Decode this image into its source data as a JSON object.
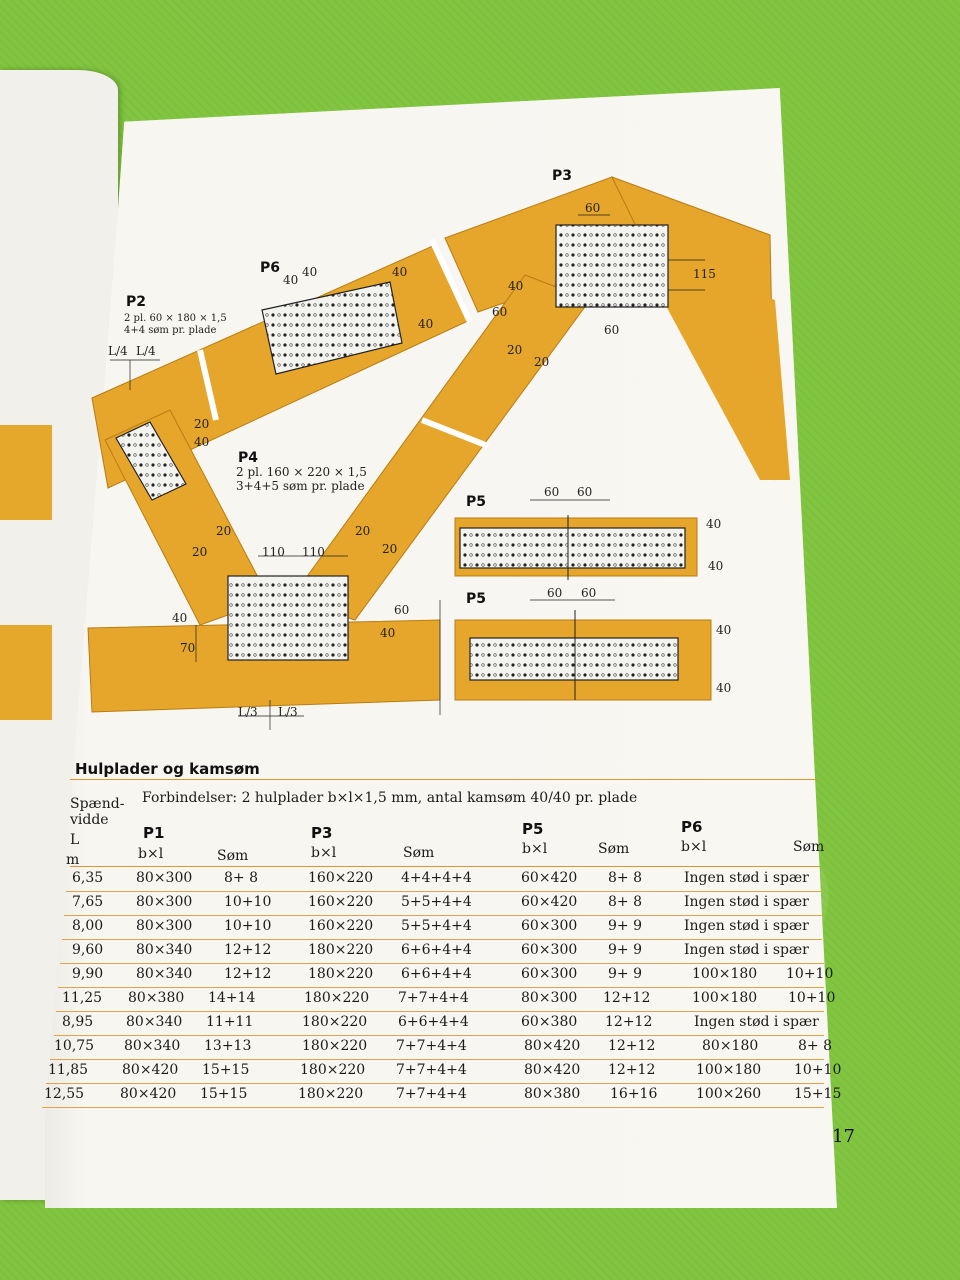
{
  "diagram": {
    "labels": {
      "p2": "P2",
      "p2_spec1": "2 pl. 60 × 180 × 1,5",
      "p2_spec2": "4+4 søm pr. plade",
      "p3": "P3",
      "p4": "P4",
      "p4_spec1": "2 pl. 160 × 220 × 1,5",
      "p4_spec2": "3+4+5 søm pr. plade",
      "p5a": "P5",
      "p5b": "P5",
      "p6": "P6",
      "l4": "L/4",
      "l4b": "L/4",
      "l3": "L/3",
      "l3b": "L/3"
    },
    "dims": {
      "d60_top": "60",
      "d115": "115",
      "d40_p3": "40",
      "d60_p3l": "60",
      "d60_p3r": "60",
      "d20_p3a": "20",
      "d20_p3b": "20",
      "d40_p6a": "40",
      "d40_p6b": "40",
      "d40_p6c": "40",
      "d40_p6d": "40",
      "d20_p2": "20",
      "d40_p2": "40",
      "d20_p4a": "20",
      "d20_p4b": "20",
      "d20_p4c": "20",
      "d20_p4d": "20",
      "d110a": "110",
      "d110b": "110",
      "d40_p4l": "40",
      "d70": "70",
      "d60_p4r": "60",
      "d40_p4r": "40",
      "p5a_60a": "60",
      "p5a_60b": "60",
      "p5a_40a": "40",
      "p5a_40b": "40",
      "p5b_60a": "60",
      "p5b_60b": "60",
      "p5b_40a": "40",
      "p5b_40b": "40"
    }
  },
  "section": {
    "title": "Hulplader og kamsøm",
    "span_header": [
      "Spænd-",
      "vidde",
      "L",
      "m"
    ],
    "connections_caption": "Forbindelser: 2 hulplader b×l×1,5 mm, antal kamsøm 40/40 pr. plade",
    "groups": [
      {
        "name": "P1",
        "c1": "b×l",
        "c2": "Søm"
      },
      {
        "name": "P3",
        "c1": "b×l",
        "c2": "Søm"
      },
      {
        "name": "P5",
        "c1": "b×l",
        "c2": "Søm"
      },
      {
        "name": "P6",
        "c1": "b×l",
        "c2": "Søm"
      }
    ]
  },
  "table": {
    "rows": [
      [
        "6,35",
        "80×300",
        "8+ 8",
        "160×220",
        "4+4+4+4",
        "60×420",
        "8+ 8",
        "Ingen stød i spær",
        ""
      ],
      [
        "7,65",
        "80×300",
        "10+10",
        "160×220",
        "5+5+4+4",
        "60×420",
        "8+ 8",
        "Ingen stød i spær",
        ""
      ],
      [
        "8,00",
        "80×300",
        "10+10",
        "160×220",
        "5+5+4+4",
        "60×300",
        "9+ 9",
        "Ingen stød i spær",
        ""
      ],
      [
        "9,60",
        "80×340",
        "12+12",
        "180×220",
        "6+6+4+4",
        "60×300",
        "9+ 9",
        "Ingen stød i spær",
        ""
      ],
      [
        "9,90",
        "80×340",
        "12+12",
        "180×220",
        "6+6+4+4",
        "60×300",
        "9+ 9",
        "100×180",
        "10+10"
      ],
      [
        "11,25",
        "80×380",
        "14+14",
        "180×220",
        "7+7+4+4",
        "80×300",
        "12+12",
        "100×180",
        "10+10"
      ],
      [
        "8,95",
        "80×340",
        "11+11",
        "180×220",
        "6+6+4+4",
        "60×380",
        "12+12",
        "Ingen stød i spær",
        ""
      ],
      [
        "10,75",
        "80×340",
        "13+13",
        "180×220",
        "7+7+4+4",
        "80×420",
        "12+12",
        "80×180",
        "8+ 8"
      ],
      [
        "11,85",
        "80×420",
        "15+15",
        "180×220",
        "7+7+4+4",
        "80×420",
        "12+12",
        "100×180",
        "10+10"
      ],
      [
        "12,55",
        "80×420",
        "15+15",
        "180×220",
        "7+7+4+4",
        "80×380",
        "16+16",
        "100×260",
        "15+15"
      ]
    ]
  },
  "page_number": "17",
  "colors": {
    "timber": "#e6a52b",
    "timber_edge": "#b87d12",
    "plate": "#f2f2ee",
    "rule": "#d9962a",
    "tablecloth": "#82c540"
  }
}
